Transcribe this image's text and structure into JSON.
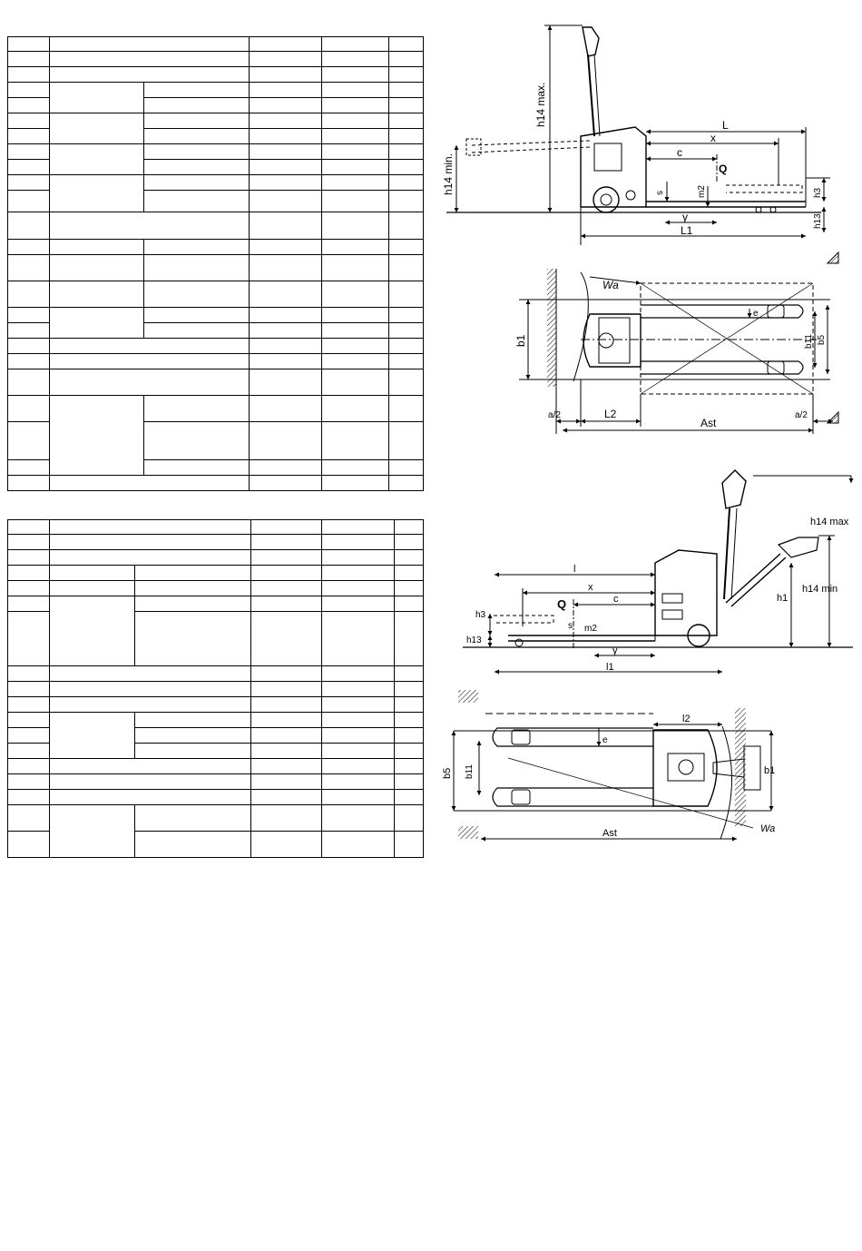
{
  "drawing1": {
    "labels": {
      "h14max": "h14 max.",
      "h14min": "h14 min.",
      "L": "L",
      "x": "x",
      "c": "c",
      "Q": "Q",
      "s": "s",
      "m2": "m2",
      "y": "y",
      "h3": "h3",
      "h13": "h13",
      "L1": "L1"
    }
  },
  "drawing2": {
    "labels": {
      "Wa": "Wa",
      "e": "e",
      "b1": "b1",
      "b11": "b11",
      "b5": "b5",
      "a2_left": "a/2",
      "L2": "L2",
      "Ast": "Ast",
      "a2_right": "a/2"
    }
  },
  "drawing3": {
    "labels": {
      "h14max": "h14 max",
      "l": "l",
      "x": "x",
      "c": "c",
      "Q": "Q",
      "h3": "h3",
      "h13": "h13",
      "s": "s",
      "m2": "m2",
      "y": "y",
      "l1": "l1",
      "h1": "h1",
      "h14min": "h14 min"
    }
  },
  "drawing4": {
    "labels": {
      "l2": "l2",
      "e": "e",
      "b5": "b5",
      "b11": "b11",
      "b1": "b1",
      "Ast": "Ast",
      "Wa": "Wa"
    }
  }
}
